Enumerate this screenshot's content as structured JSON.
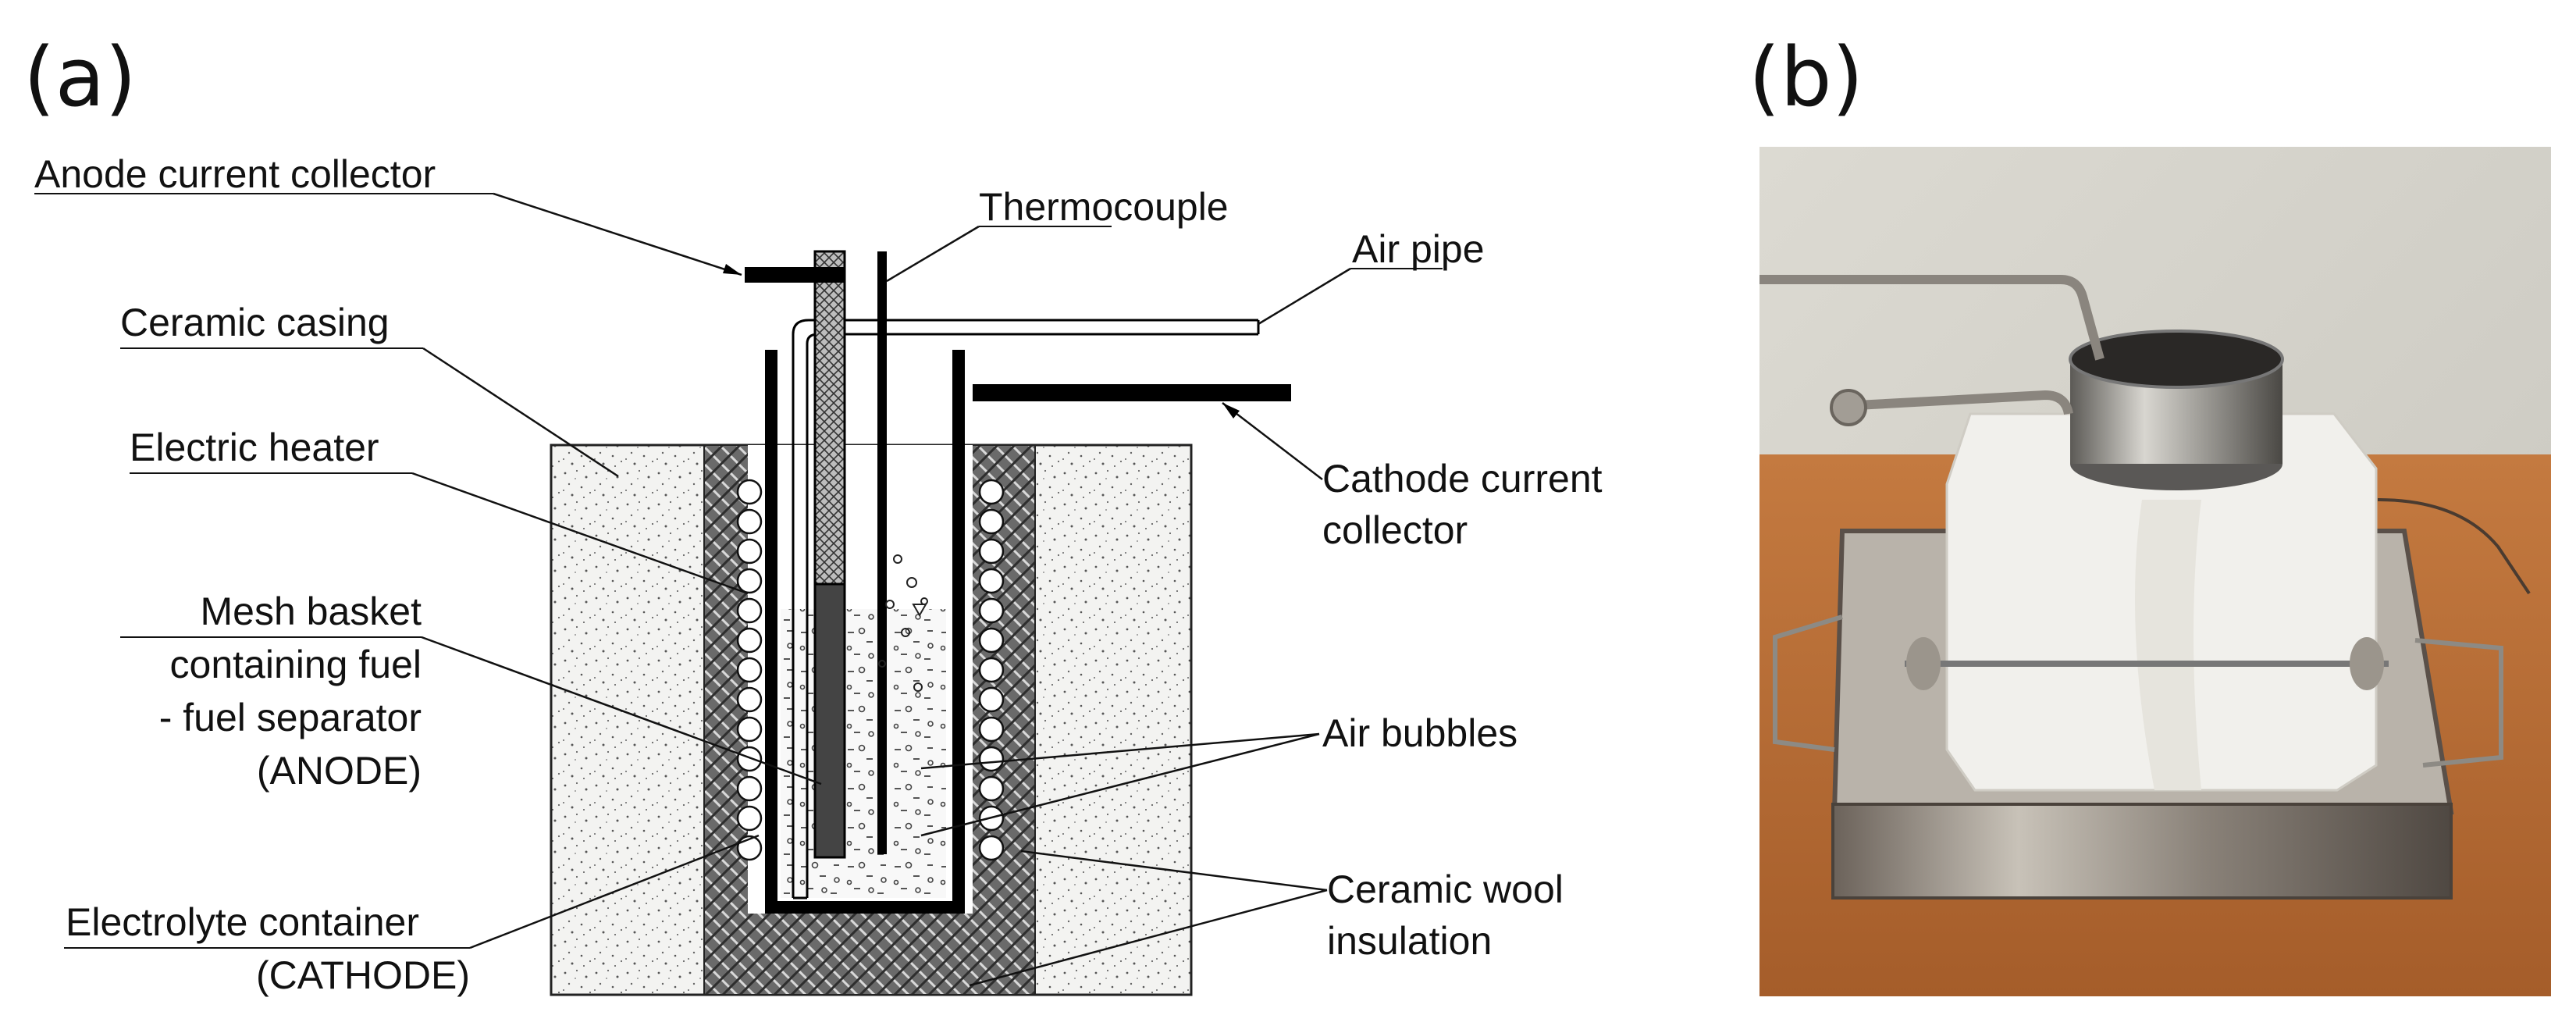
{
  "panels": {
    "a": "(a)",
    "b": "(b)"
  },
  "labels": {
    "anode_current_collector": "Anode current collector",
    "thermocouple": "Thermocouple",
    "air_pipe": "Air pipe",
    "ceramic_casing": "Ceramic casing",
    "electric_heater": "Electric heater",
    "cathode_current_collector_1": "Cathode current",
    "cathode_current_collector_2": "collector",
    "mesh_basket_1": "Mesh basket",
    "mesh_basket_2": "containing fuel",
    "mesh_basket_3": "- fuel separator",
    "mesh_basket_4": "(ANODE)",
    "air_bubbles": "Air bubbles",
    "electrolyte_container_1": "Electrolyte container",
    "electrolyte_container_2": "(CATHODE)",
    "ceramic_wool_1": "Ceramic wool",
    "ceramic_wool_2": "insulation"
  },
  "colors": {
    "ceramic_fill": "#f2f2f0",
    "wool_fill": "#7a7a7a",
    "electrolyte_fill": "#f7f7f7",
    "basket_fill": "#4a4a4a",
    "photo_wall": "#d9d7cf",
    "photo_table": "#c9793e"
  }
}
